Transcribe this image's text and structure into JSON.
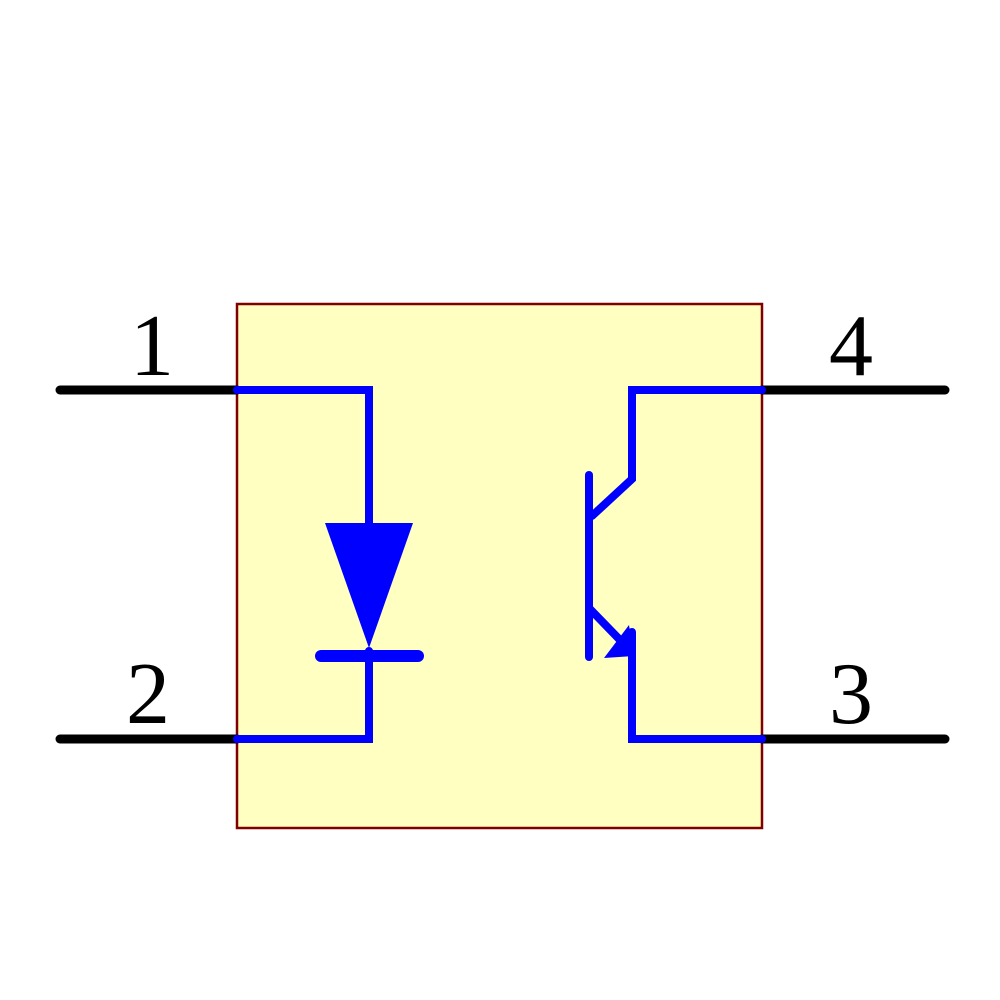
{
  "component": {
    "kind": "optocoupler-symbol",
    "pins": [
      {
        "number": "1",
        "side": "left",
        "row": "top"
      },
      {
        "number": "2",
        "side": "left",
        "row": "bottom"
      },
      {
        "number": "3",
        "side": "right",
        "row": "bottom"
      },
      {
        "number": "4",
        "side": "right",
        "row": "top"
      }
    ],
    "symbols": [
      "led-diode-symbol",
      "phototransistor-symbol"
    ]
  },
  "colors": {
    "canvas_bg": "#FFFFFF",
    "body_fill": "#FFFFC2",
    "body_outline": "#800000",
    "symbol_blue": "#0000FF",
    "pin_black": "#000000"
  }
}
